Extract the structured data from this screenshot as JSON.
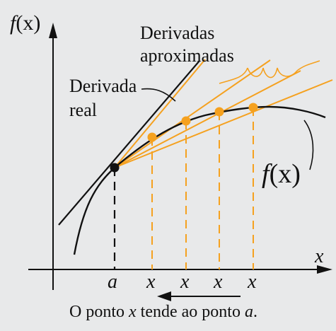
{
  "colors": {
    "background": "#e8e9ea",
    "curve": "#111111",
    "secant": "#f5a11f",
    "tangent": "#111111"
  },
  "labels": {
    "y_axis_f": "f",
    "y_axis_paren": "(x)",
    "x_axis": "x",
    "approx_line1": "Derivadas",
    "approx_line2": "aproximadas",
    "real_line1": "Derivada",
    "real_line2": "real",
    "curve_label_f": "f",
    "curve_label_paren": "(x)",
    "point_a": "a",
    "point_x1": "x",
    "point_x2": "x",
    "point_x3": "x",
    "point_x4": "x",
    "caption_pre": "O ponto ",
    "caption_x": "x",
    "caption_mid": " tende ao ponto ",
    "caption_a": "a",
    "caption_end": "."
  },
  "elements": {
    "axis_arrowheads": [
      "y-axis-arrow",
      "x-axis-arrow"
    ],
    "secant_count": 4,
    "approach_arrow": "left-arrow"
  }
}
